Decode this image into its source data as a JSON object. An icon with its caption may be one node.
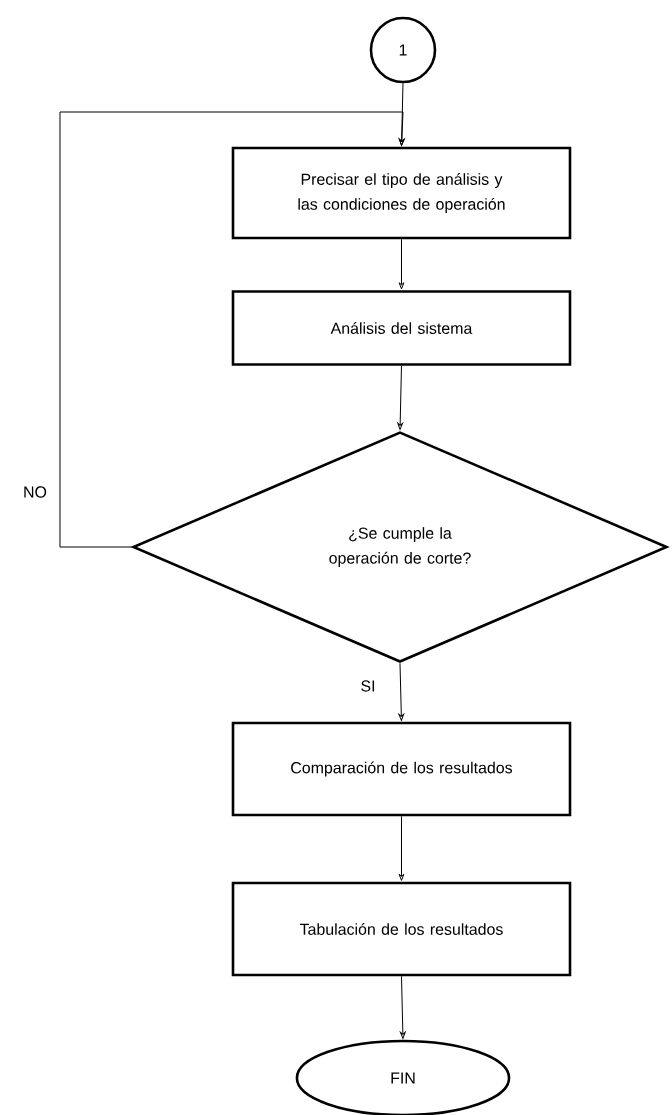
{
  "diagram": {
    "nodes": [
      {
        "text": [
          "1"
        ]
      },
      {
        "text": [
          "Precisar el tipo de análisis y las condiciones de operación"
        ]
      },
      {
        "text": [
          "Análisis del sistema"
        ]
      },
      {
        "text": [
          "¿Se cumple la operación de corte?"
        ]
      },
      {
        "text": [
          "Comparación de los resultados"
        ]
      },
      {
        "text": [
          "Tabulación de los resultados"
        ]
      },
      {
        "text": [
          "FIN"
        ]
      }
    ],
    "edges": [
      {
        "from": 0,
        "to": 1,
        "arrow": "to"
      },
      {
        "from": 1,
        "to": 2,
        "arrow": "to"
      },
      {
        "from": 2,
        "to": 3,
        "arrow": "to"
      },
      {
        "from": 3,
        "to": 4,
        "arrow": "to",
        "label": "SI"
      },
      {
        "from": 3,
        "to": 1,
        "arrow": "to",
        "label": "NO"
      },
      {
        "from": 4,
        "to": 5,
        "arrow": "to"
      },
      {
        "from": 5,
        "to": 6,
        "arrow": "to"
      }
    ]
  }
}
